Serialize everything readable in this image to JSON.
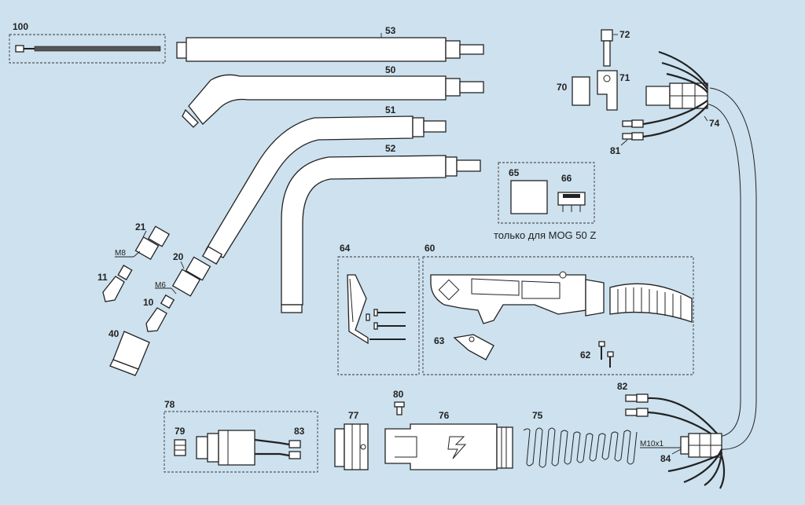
{
  "diagram": {
    "parts": [
      {
        "id": "100"
      },
      {
        "id": "53"
      },
      {
        "id": "50"
      },
      {
        "id": "51"
      },
      {
        "id": "52"
      },
      {
        "id": "72"
      },
      {
        "id": "71"
      },
      {
        "id": "70"
      },
      {
        "id": "74"
      },
      {
        "id": "81"
      },
      {
        "id": "65"
      },
      {
        "id": "66"
      },
      {
        "id": "21"
      },
      {
        "id": "20"
      },
      {
        "id": "11"
      },
      {
        "id": "10"
      },
      {
        "id": "40"
      },
      {
        "id": "64"
      },
      {
        "id": "60"
      },
      {
        "id": "63"
      },
      {
        "id": "62"
      },
      {
        "id": "82"
      },
      {
        "id": "84"
      },
      {
        "id": "78"
      },
      {
        "id": "79"
      },
      {
        "id": "83"
      },
      {
        "id": "77"
      },
      {
        "id": "80"
      },
      {
        "id": "76"
      },
      {
        "id": "75"
      }
    ],
    "thread_labels": {
      "m8": "M8",
      "m6": "M6",
      "m10": "M10x1"
    },
    "note": "только для MOG 50 Z"
  }
}
